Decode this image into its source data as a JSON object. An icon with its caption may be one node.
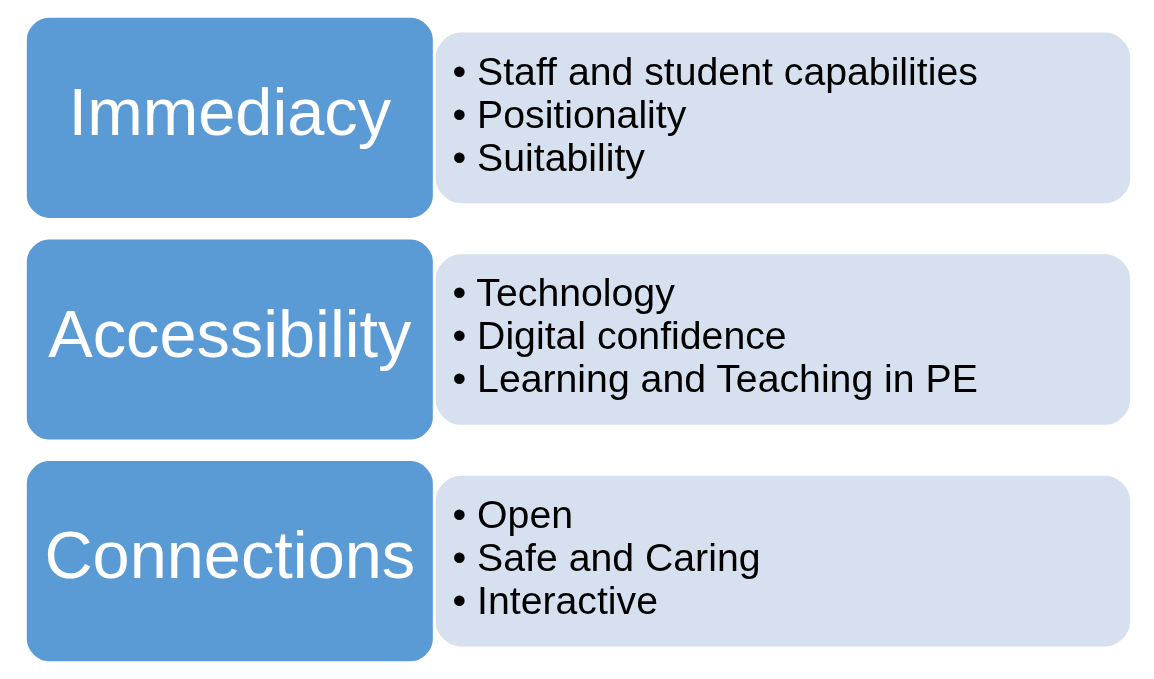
{
  "diagram": {
    "nodes": [
      {
        "text": [
          "Immediacy"
        ]
      },
      {
        "text": [
          "• Staff and student capabilities",
          "• Positionality",
          "• Suitability"
        ]
      },
      {
        "text": [
          "Accessibility"
        ]
      },
      {
        "text": [
          "• Technology",
          "• Digital confidence",
          "• Learning and Teaching in PE"
        ]
      },
      {
        "text": [
          "Connections"
        ]
      },
      {
        "text": [
          "• Open",
          "• Safe and Caring",
          "• Interactive"
        ]
      }
    ]
  }
}
